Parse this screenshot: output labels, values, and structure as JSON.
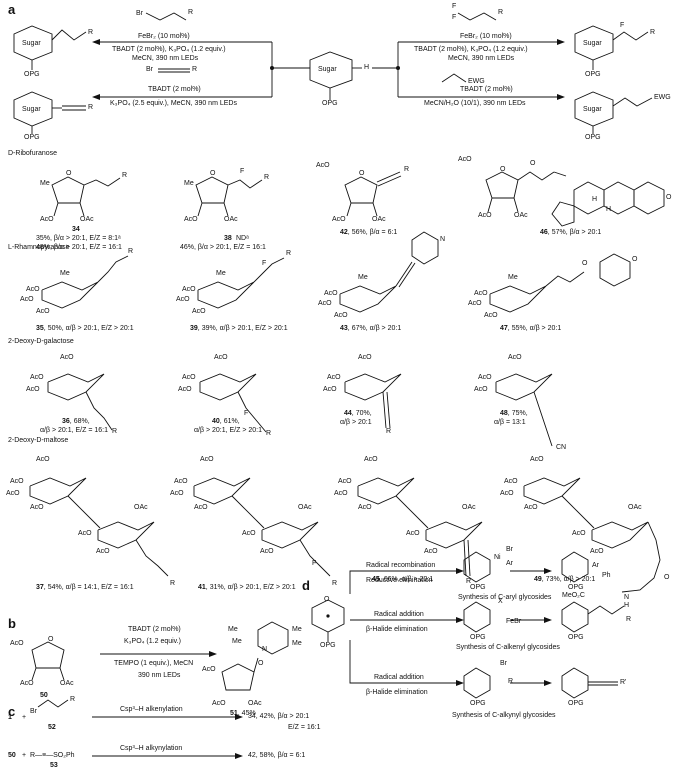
{
  "panels": {
    "a": "a",
    "b": "b",
    "c": "c",
    "d": "d"
  },
  "panel_a": {
    "center_label": "Sugar",
    "opg": "OPG",
    "h": "H",
    "reactions": {
      "top_left": {
        "reagent": "Br",
        "r": "R",
        "line1": "FeBr₂ (10 mol%)",
        "line2": "TBADT (2 mol%), K₃PO₄ (1.2 equiv.)",
        "line3": "MeCN, 390 nm LEDs"
      },
      "bottom_left": {
        "reagent": "Br",
        "r": "R",
        "line1": "TBADT (2 mol%)",
        "line2": "K₃PO₄ (2.5 equiv.), MeCN, 390 nm LEDs"
      },
      "top_right": {
        "reagent_f1": "F",
        "reagent_f2": "F",
        "r": "R",
        "line1": "FeBr₂ (10 mol%)",
        "line2": "TBADT (2 mol%), K₃PO₄ (1.2 equiv.)",
        "line3": "MeCN, 390 nm LEDs"
      },
      "bottom_right": {
        "reagent": "EWG",
        "line1": "TBADT (2 mol%)",
        "line2": "MeCN/H₂O (10/1), 390 nm LEDs"
      }
    },
    "products": {
      "tl_r": "R",
      "bl_r": "R",
      "tr_f": "F",
      "tr_r": "R",
      "br_ewg": "EWG"
    }
  },
  "sections": {
    "s1": "D-Ribofuranose",
    "s2": "L-Rhamnopyranose",
    "s3": "2-Deoxy-D-galactose",
    "s4": "2-Deoxy-D-maltose"
  },
  "compounds": {
    "c34": {
      "num": "34",
      "caption1": "35%, β/α > 20:1, E/Z = 8:1ᵃ",
      "caption2": "48%, β/α > 20:1, E/Z = 16:1"
    },
    "c38": {
      "num": "38",
      "nd": "NDᵃ",
      "caption": "46%, β/α > 20:1, E/Z = 16:1"
    },
    "c42": {
      "num": "42",
      "caption": "56%, β/α = 6:1"
    },
    "c46": {
      "num": "46",
      "caption": "57%, β/α > 20:1"
    },
    "c35": {
      "num": "35",
      "caption": "50%, α/β > 20:1, E/Z > 20:1"
    },
    "c39": {
      "num": "39",
      "caption": "39%, α/β > 20:1, E/Z > 20:1"
    },
    "c43": {
      "num": "43",
      "caption": "67%, α/β > 20:1"
    },
    "c47": {
      "num": "47",
      "caption": "55%, α/β > 20:1"
    },
    "c36": {
      "num": "36",
      "caption1": "68%,",
      "caption2": "α/β > 20:1, E/Z = 16:1"
    },
    "c40": {
      "num": "40",
      "caption1": "61%,",
      "caption2": "α/β > 20:1, E/Z > 20:1"
    },
    "c44": {
      "num": "44",
      "caption1": "70%,",
      "caption2": "α/β > 20:1"
    },
    "c48": {
      "num": "48",
      "caption1": "75%,",
      "caption2": "α/β = 13:1"
    },
    "c37": {
      "num": "37",
      "caption": "54%, α/β = 14:1, E/Z = 16:1"
    },
    "c41": {
      "num": "41",
      "caption": "31%, α/β > 20:1, E/Z > 20:1"
    },
    "c45": {
      "num": "45",
      "caption": "66%, α/β > 20:1"
    },
    "c49": {
      "num": "49",
      "caption": "73%, α/β > 20:1"
    }
  },
  "labels": {
    "aco": "AcO",
    "oac": "OAc",
    "me": "Me",
    "o": "O",
    "cn": "CN",
    "f": "F",
    "r": "R",
    "h": "H",
    "ph": "Ph",
    "meo2c": "MeO₂C",
    "nh": "N",
    "hh": "H",
    "n_pyr": "N"
  },
  "panel_b": {
    "sm": "50",
    "line1": "TBADT (2 mol%)",
    "line2": "K₃PO₄ (1.2 equiv.)",
    "line3": "TEMPO (1 equiv.), MeCN",
    "line4": "390 nm LEDs",
    "product_num": "51",
    "product_yield": ", 45%",
    "me": "Me",
    "n": "N",
    "o": "O"
  },
  "panel_c": {
    "row1_sm": "1",
    "plus": "+",
    "row1_reagent_num": "52",
    "br": "Br",
    "r": "R",
    "row1_arrow": "Csp³–H alkenylation",
    "row1_result": "34, 42%, β/α > 20:1",
    "row1_result2": "E/Z = 16:1",
    "row2_sm": "50",
    "row2_reagent": "R—≡—SO₂Ph",
    "row2_reagent_num": "53",
    "row2_arrow": "Csp³–H alkynylation",
    "row2_result": "42, 58%, β/α = 6:1"
  },
  "panel_d": {
    "path1_top": "Radical recombination",
    "path1_bottom": "Reductive elimination",
    "path1_title": "Synthesis of C-aryl glycosides",
    "path2_top": "Radical addition",
    "path2_bottom": "β-Halide elimination",
    "path2_title": "Synthesis of C-alkenyl glycosides",
    "path3_top": "Radical addition",
    "path3_bottom": "β-Halide elimination",
    "path3_title": "Synthesis of C-alkynyl glycosides",
    "ni": "Ni",
    "br": "Br",
    "ar": "Ar",
    "x": "X",
    "febr": "FeBr",
    "r": "R",
    "rp": "R'",
    "opg": "OPG",
    "o": "O"
  }
}
